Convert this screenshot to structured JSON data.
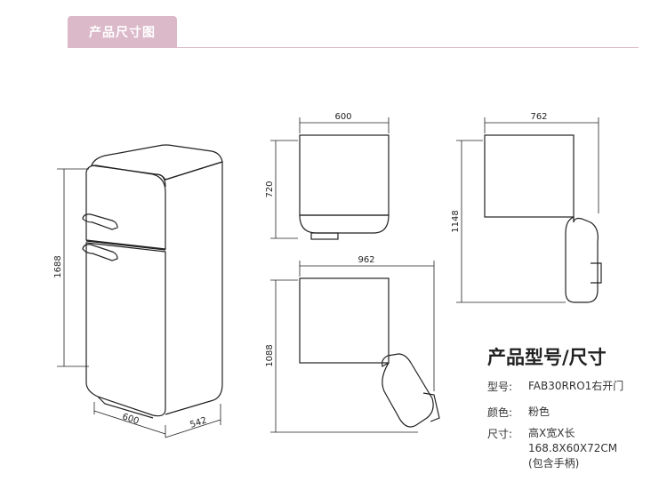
{
  "header": {
    "tab_label": "产品尺寸图",
    "accent_color": "#dbb9c8"
  },
  "dimensions": {
    "fridge_height": "1688",
    "fridge_width": "600",
    "fridge_depth": "542",
    "top_width": "600",
    "top_height": "720",
    "side_width": "762",
    "side_height": "1148",
    "open_width": "962",
    "open_height": "1088"
  },
  "specs": {
    "title": "产品型号/尺寸",
    "model_key": "型号:",
    "model_value": "FAB30RRO1右开门",
    "color_key": "颜色:",
    "color_value": "粉色",
    "size_key": "尺寸:",
    "size_line1": "高X宽X长",
    "size_line2": "168.8X60X72CM",
    "size_line3": "(包含手柄)"
  }
}
